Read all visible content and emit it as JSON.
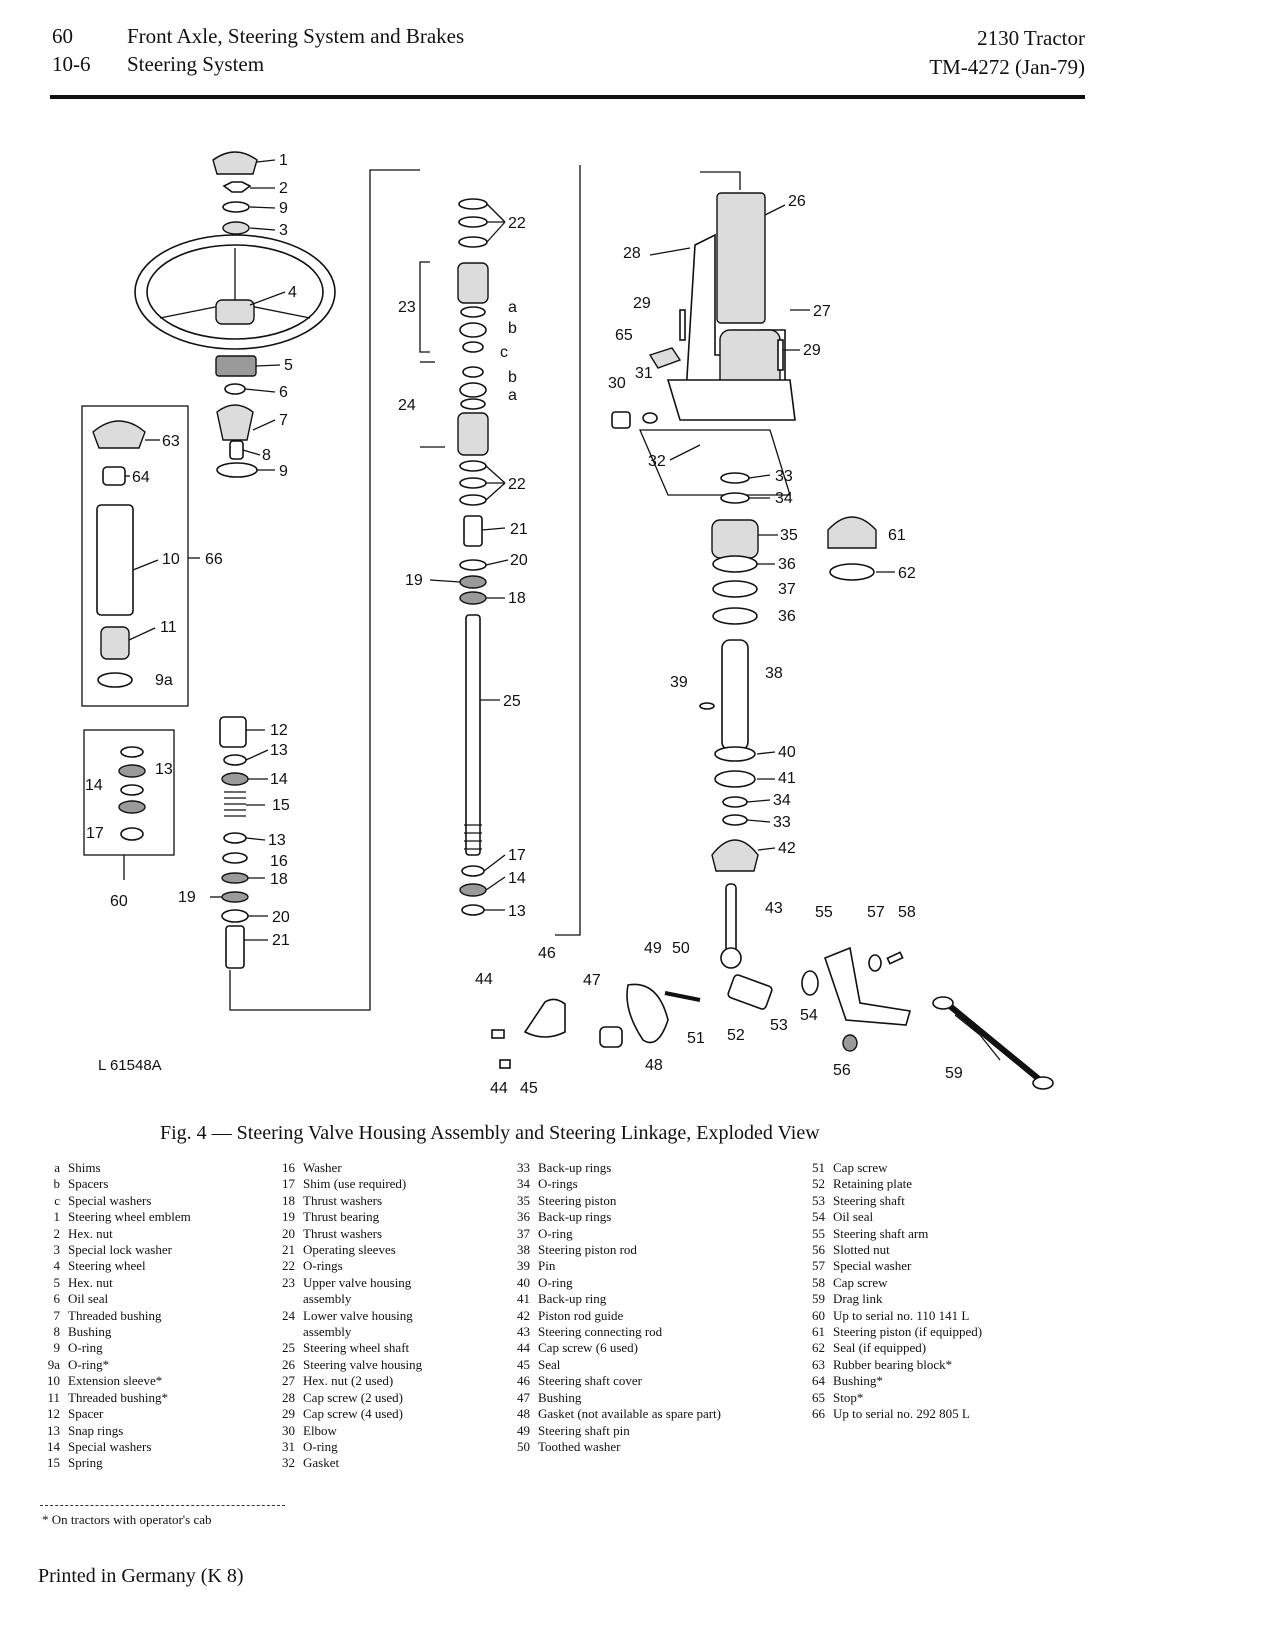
{
  "header": {
    "page_number": "60",
    "section_number": "10-6",
    "chapter_title": "Front Axle, Steering System and Brakes",
    "section_title": "Steering System",
    "model": "2130 Tractor",
    "manual_ref": "TM-4272 (Jan-79)"
  },
  "figure": {
    "code": "L 61548A",
    "caption": "Fig. 4 — Steering Valve Housing Assembly and Steering Linkage, Exploded View",
    "callouts": [
      "1",
      "2",
      "9",
      "3",
      "4",
      "5",
      "6",
      "7",
      "8",
      "9",
      "63",
      "64",
      "10",
      "66",
      "11",
      "9a",
      "12",
      "13",
      "13",
      "14",
      "14",
      "15",
      "17",
      "13",
      "16",
      "18",
      "19",
      "20",
      "21",
      "60",
      "22",
      "23",
      "a",
      "b",
      "c",
      "b",
      "a",
      "24",
      "22",
      "21",
      "20",
      "19",
      "18",
      "25",
      "17",
      "14",
      "13",
      "26",
      "28",
      "27",
      "29",
      "29",
      "65",
      "30",
      "31",
      "32",
      "33",
      "34",
      "35",
      "61",
      "62",
      "36",
      "37",
      "36",
      "39",
      "38",
      "40",
      "41",
      "34",
      "33",
      "42",
      "43",
      "55",
      "57",
      "58",
      "46",
      "49",
      "50",
      "47",
      "44",
      "51",
      "52",
      "53",
      "54",
      "56",
      "48",
      "59",
      "44",
      "45"
    ]
  },
  "legend": {
    "columns": [
      [
        {
          "num": "a",
          "text": "Shims"
        },
        {
          "num": "b",
          "text": "Spacers"
        },
        {
          "num": "c",
          "text": "Special washers"
        },
        {
          "num": "1",
          "text": "Steering wheel emblem"
        },
        {
          "num": "2",
          "text": "Hex. nut"
        },
        {
          "num": "3",
          "text": "Special lock washer"
        },
        {
          "num": "4",
          "text": "Steering wheel"
        },
        {
          "num": "5",
          "text": "Hex. nut"
        },
        {
          "num": "6",
          "text": "Oil seal"
        },
        {
          "num": "7",
          "text": "Threaded bushing"
        },
        {
          "num": "8",
          "text": "Bushing"
        },
        {
          "num": "9",
          "text": "O-ring"
        },
        {
          "num": "9a",
          "text": "O-ring*"
        },
        {
          "num": "10",
          "text": "Extension sleeve*"
        },
        {
          "num": "11",
          "text": "Threaded bushing*"
        },
        {
          "num": "12",
          "text": "Spacer"
        },
        {
          "num": "13",
          "text": "Snap rings"
        },
        {
          "num": "14",
          "text": "Special washers"
        },
        {
          "num": "15",
          "text": "Spring"
        }
      ],
      [
        {
          "num": "16",
          "text": "Washer"
        },
        {
          "num": "17",
          "text": "Shim (use required)"
        },
        {
          "num": "18",
          "text": "Thrust washers"
        },
        {
          "num": "19",
          "text": "Thrust bearing"
        },
        {
          "num": "20",
          "text": "Thrust washers"
        },
        {
          "num": "21",
          "text": "Operating sleeves"
        },
        {
          "num": "22",
          "text": "O-rings"
        },
        {
          "num": "23",
          "text": "Upper valve housing",
          "cont": "assembly"
        },
        {
          "num": "24",
          "text": "Lower valve housing",
          "cont": "assembly"
        },
        {
          "num": "25",
          "text": "Steering wheel shaft"
        },
        {
          "num": "26",
          "text": "Steering valve housing"
        },
        {
          "num": "27",
          "text": "Hex. nut (2 used)"
        },
        {
          "num": "28",
          "text": "Cap screw (2 used)"
        },
        {
          "num": "29",
          "text": "Cap screw (4 used)"
        },
        {
          "num": "30",
          "text": "Elbow"
        },
        {
          "num": "31",
          "text": "O-ring"
        },
        {
          "num": "32",
          "text": "Gasket"
        }
      ],
      [
        {
          "num": "33",
          "text": "Back-up rings"
        },
        {
          "num": "34",
          "text": "O-rings"
        },
        {
          "num": "35",
          "text": "Steering piston"
        },
        {
          "num": "36",
          "text": "Back-up rings"
        },
        {
          "num": "37",
          "text": "O-ring"
        },
        {
          "num": "38",
          "text": "Steering piston rod"
        },
        {
          "num": "39",
          "text": "Pin"
        },
        {
          "num": "40",
          "text": "O-ring"
        },
        {
          "num": "41",
          "text": "Back-up ring"
        },
        {
          "num": "42",
          "text": "Piston rod guide"
        },
        {
          "num": "43",
          "text": "Steering connecting rod"
        },
        {
          "num": "44",
          "text": "Cap screw (6 used)"
        },
        {
          "num": "45",
          "text": "Seal"
        },
        {
          "num": "46",
          "text": "Steering shaft cover"
        },
        {
          "num": "47",
          "text": "Bushing"
        },
        {
          "num": "48",
          "text": "Gasket (not available as spare part)"
        },
        {
          "num": "49",
          "text": "Steering shaft pin"
        },
        {
          "num": "50",
          "text": "Toothed washer"
        }
      ],
      [
        {
          "num": "51",
          "text": "Cap screw"
        },
        {
          "num": "52",
          "text": "Retaining plate"
        },
        {
          "num": "53",
          "text": "Steering shaft"
        },
        {
          "num": "54",
          "text": "Oil seal"
        },
        {
          "num": "55",
          "text": "Steering shaft arm"
        },
        {
          "num": "56",
          "text": "Slotted nut"
        },
        {
          "num": "57",
          "text": "Special washer"
        },
        {
          "num": "58",
          "text": "Cap screw"
        },
        {
          "num": "59",
          "text": "Drag link"
        },
        {
          "num": "60",
          "text": "Up to serial no. 110 141 L"
        },
        {
          "num": "61",
          "text": "Steering piston (if equipped)"
        },
        {
          "num": "62",
          "text": "Seal (if equipped)"
        },
        {
          "num": "63",
          "text": "Rubber bearing block*"
        },
        {
          "num": "64",
          "text": "Bushing*"
        },
        {
          "num": "65",
          "text": "Stop*"
        },
        {
          "num": "66",
          "text": "Up to serial no. 292 805 L"
        }
      ]
    ]
  },
  "footnote": "* On tractors with operator's cab",
  "printed": "Printed in Germany (K 8)"
}
